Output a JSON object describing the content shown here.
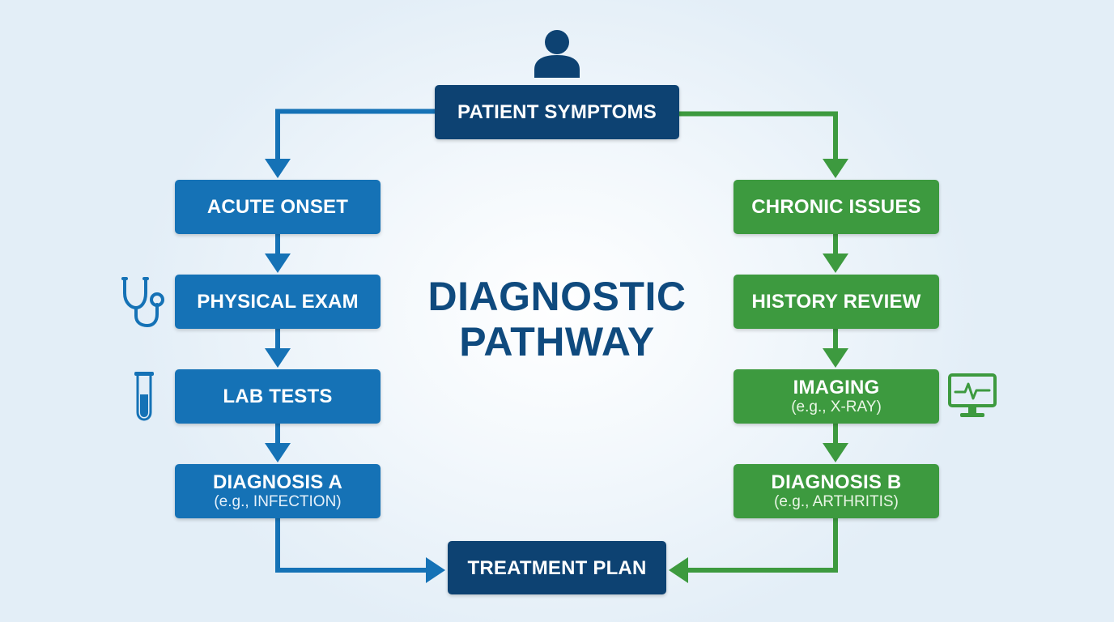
{
  "title": {
    "line1": "DIAGNOSTIC",
    "line2": "PATHWAY"
  },
  "nodes": {
    "start": {
      "label": "PATIENT SYMPTOMS"
    },
    "end": {
      "label": "TREATMENT PLAN"
    },
    "left": [
      {
        "label": "ACUTE ONSET"
      },
      {
        "label": "PHYSICAL EXAM"
      },
      {
        "label": "LAB TESTS"
      },
      {
        "label": "DIAGNOSIS A",
        "sub": "(e.g., INFECTION)"
      }
    ],
    "right": [
      {
        "label": "CHRONIC ISSUES"
      },
      {
        "label": "HISTORY REVIEW"
      },
      {
        "label": "IMAGING",
        "sub": "(e.g., X-RAY)"
      },
      {
        "label": "DIAGNOSIS B",
        "sub": "(e.g., ARTHRITIS)"
      }
    ]
  },
  "icons": {
    "patient": "person-icon",
    "physical_exam": "stethoscope-icon",
    "lab_tests": "test-tube-icon",
    "imaging": "monitor-icon"
  },
  "colors": {
    "navy": "#0d4272",
    "blue": "#1572b6",
    "green": "#3d9a3f",
    "title": "#0f4a7e"
  }
}
